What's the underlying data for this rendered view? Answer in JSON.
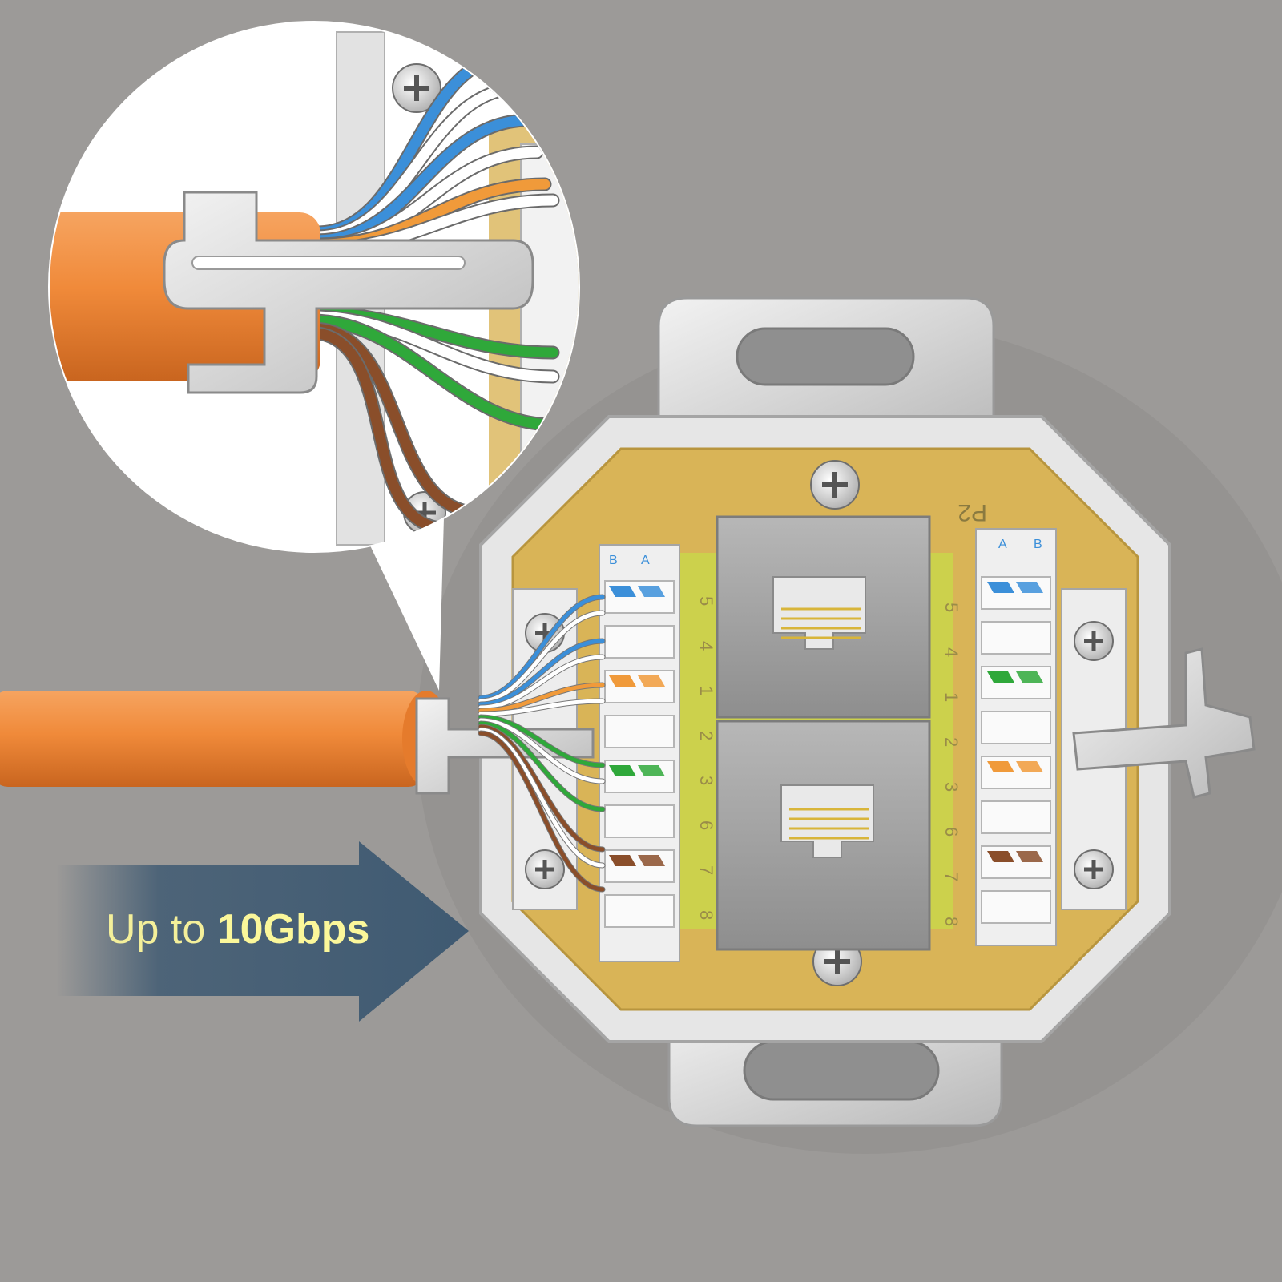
{
  "tagline": {
    "prefix": "Up to ",
    "emphasis": "10Gbps"
  },
  "pcb": {
    "board_label": "P2",
    "left_block": {
      "col_b": "B",
      "col_a": "A",
      "pins": [
        "5",
        "4",
        "1",
        "2",
        "3",
        "6",
        "7",
        "8"
      ]
    },
    "right_block": {
      "col_a": "A",
      "col_b": "B",
      "pins": [
        "5",
        "4",
        "1",
        "2",
        "3",
        "6",
        "7",
        "8"
      ]
    }
  },
  "colors": {
    "background": "#9c9a98",
    "cable": "#f08a3a",
    "arrow": "#3f5a72",
    "pcb": "#d9b457",
    "pcb_center": "#c9d64a",
    "metal": "#dcdcdc",
    "wire_blue": "#3b8fd9",
    "wire_orange": "#f09a3a",
    "wire_green": "#2fa83a",
    "wire_brown": "#8a4e2a",
    "tagline_text": "#f4ef9a"
  },
  "icons": [
    "screw-icon",
    "keyhole-slot-icon",
    "shield-clip-icon",
    "rj45-port-icon",
    "direction-arrow-icon"
  ]
}
